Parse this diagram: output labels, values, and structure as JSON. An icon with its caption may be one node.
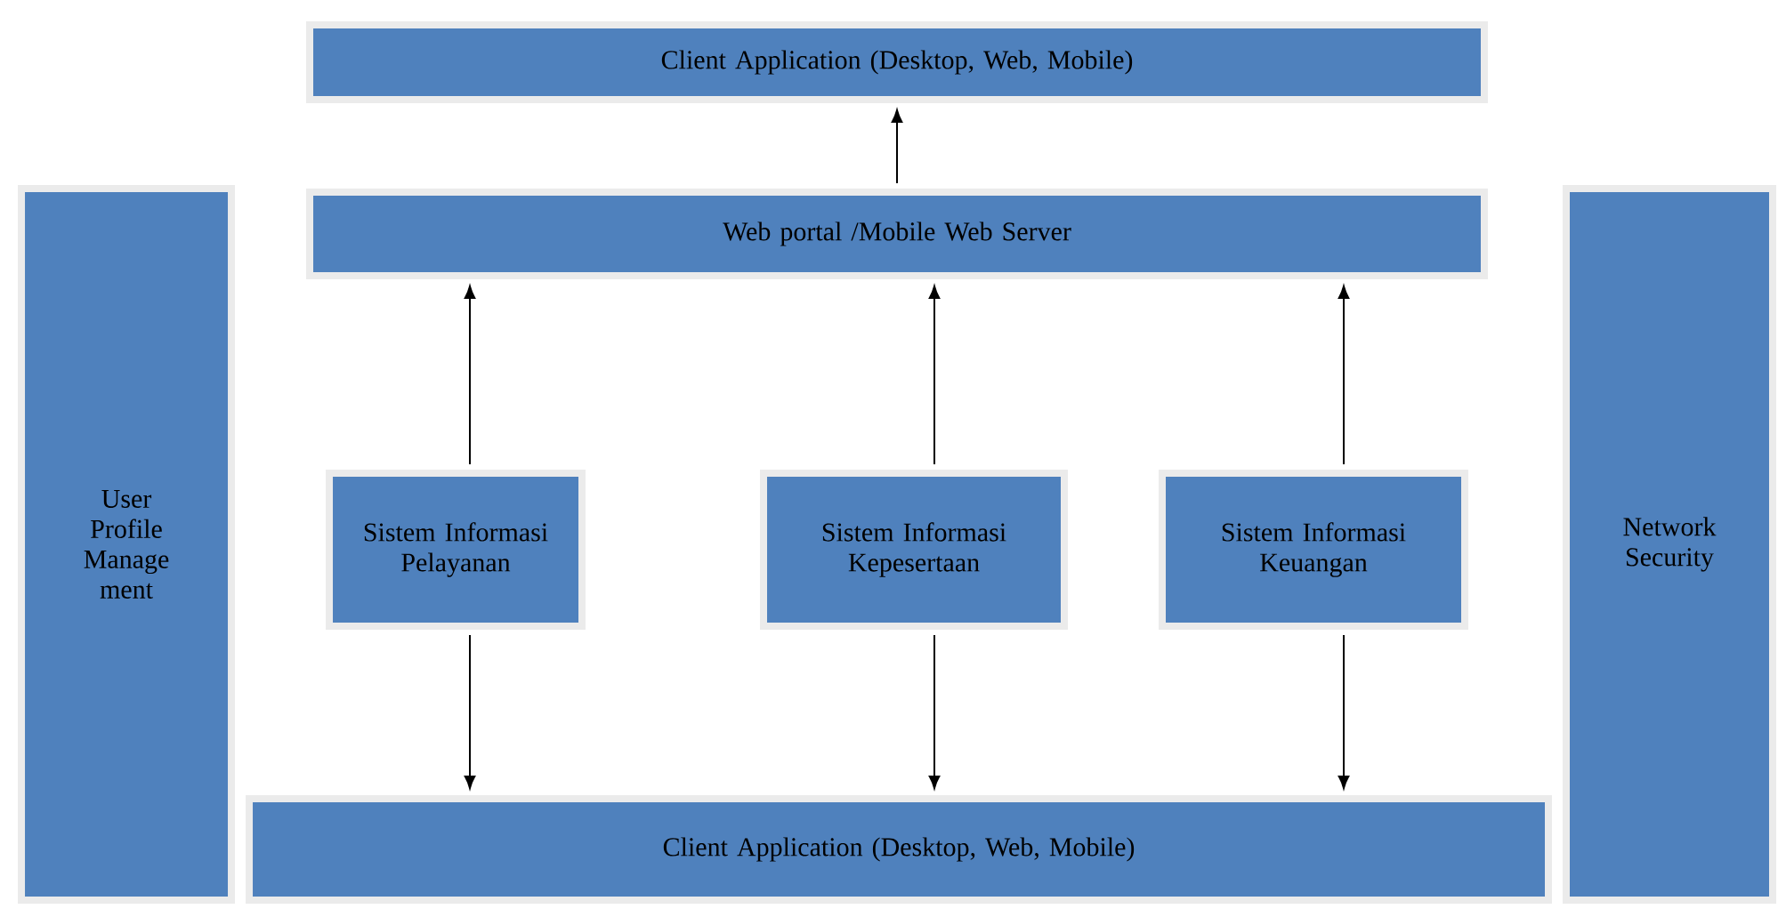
{
  "diagram": {
    "nodes": [
      {
        "text": [
          "Client Application (Desktop, Web, Mobile)"
        ]
      },
      {
        "text": [
          "Web portal /Mobile Web Server"
        ]
      },
      {
        "text": [
          "User Profile Manage ment"
        ]
      },
      {
        "text": [
          "Network Security"
        ]
      },
      {
        "text": [
          "Sistem Informasi Pelayanan"
        ]
      },
      {
        "text": [
          "Sistem Informasi Kepesertaan"
        ]
      },
      {
        "text": [
          "Sistem Informasi Keuangan"
        ]
      },
      {
        "text": [
          "Client Application (Desktop, Web, Mobile)"
        ]
      }
    ],
    "edges": [
      {
        "from": 1,
        "to": 0,
        "arrow": "to"
      },
      {
        "from": 4,
        "to": 1,
        "arrow": "to"
      },
      {
        "from": 5,
        "to": 1,
        "arrow": "to"
      },
      {
        "from": 6,
        "to": 1,
        "arrow": "to"
      },
      {
        "from": 4,
        "to": 7,
        "arrow": "to"
      },
      {
        "from": 5,
        "to": 7,
        "arrow": "to"
      },
      {
        "from": 6,
        "to": 7,
        "arrow": "to"
      }
    ]
  }
}
